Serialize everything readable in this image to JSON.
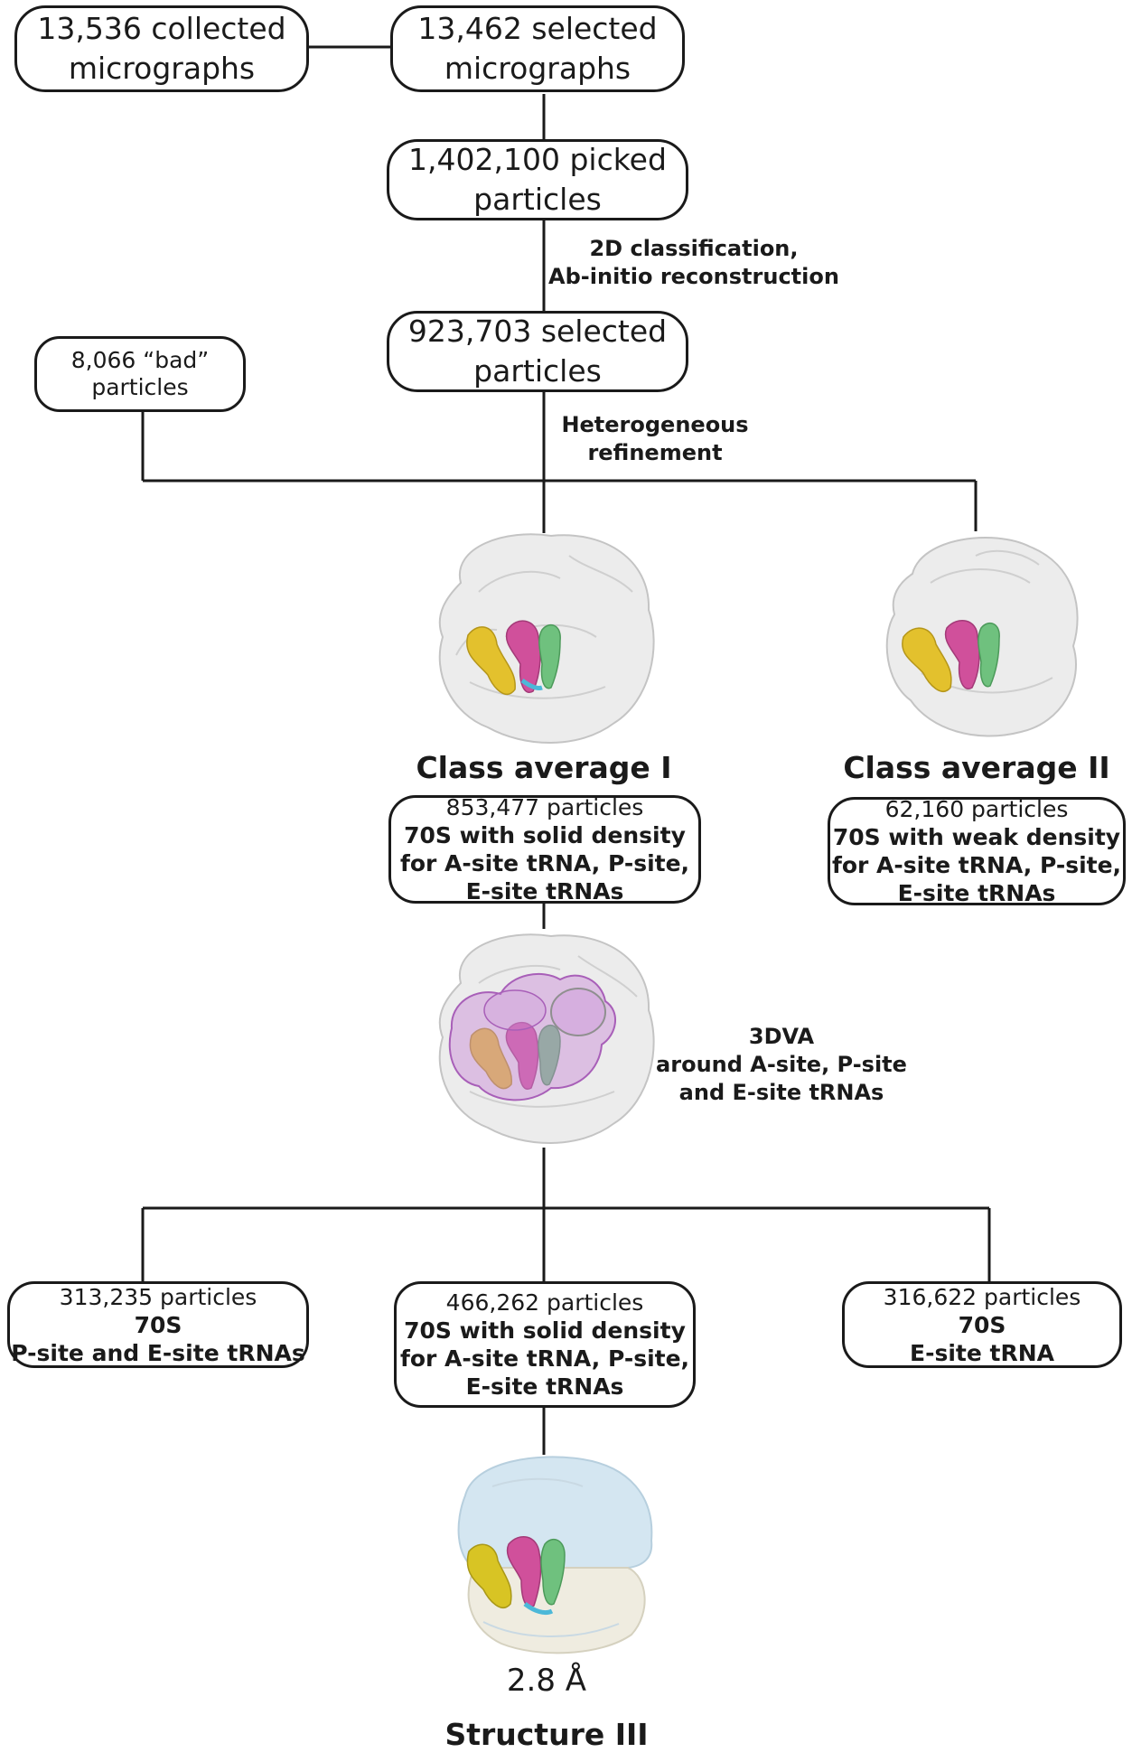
{
  "boxes": {
    "collected": [
      "13,536 collected",
      "micrographs"
    ],
    "selected_micrographs": [
      "13,462 selected",
      "micrographs"
    ],
    "picked": [
      "1,402,100 picked",
      "particles"
    ],
    "selected_particles": [
      "923,703 selected",
      "particles"
    ],
    "bad": [
      "8,066 “bad”",
      "particles"
    ],
    "class1": {
      "count": "853,477 particles",
      "desc": [
        "70S with solid density",
        "for A-site tRNA, P-site,",
        "E-site tRNAs"
      ]
    },
    "class2": {
      "count": "62,160 particles",
      "desc": [
        "70S with weak density",
        "for A-site tRNA, P-site,",
        "E-site tRNAs"
      ]
    },
    "left": {
      "count": "313,235 particles",
      "desc": [
        "70S",
        "P-site and E-site tRNAs"
      ]
    },
    "middle": {
      "count": "466,262 particles",
      "desc": [
        "70S with solid density",
        "for A-site tRNA, P-site,",
        "E-site tRNAs"
      ]
    },
    "right": {
      "count": "316,622 particles",
      "desc": [
        "70S",
        "E-site tRNA"
      ]
    }
  },
  "steps": {
    "classification": [
      "2D classification,",
      "Ab-initio reconstruction"
    ],
    "heterogeneous": [
      "Heterogeneous",
      "refinement"
    ],
    "threedva": [
      "3DVA",
      "around A-site, P-site",
      "and E-site tRNAs"
    ]
  },
  "titles": {
    "class1": "Class average I",
    "class2": "Class average II",
    "structure": "Structure III"
  },
  "resolution": "2.8 Å",
  "colors": {
    "ribosome_grey": "#e8e8e8",
    "large_subunit_blue": "#d4e6f1",
    "small_subunit_beige": "#efece0",
    "a_site_yellow": "#e3c12d",
    "p_site_magenta": "#d0509b",
    "e_site_green": "#6fc17e",
    "mrna_cyan": "#4cb8d8",
    "mask_purple": "#c98ad6"
  }
}
